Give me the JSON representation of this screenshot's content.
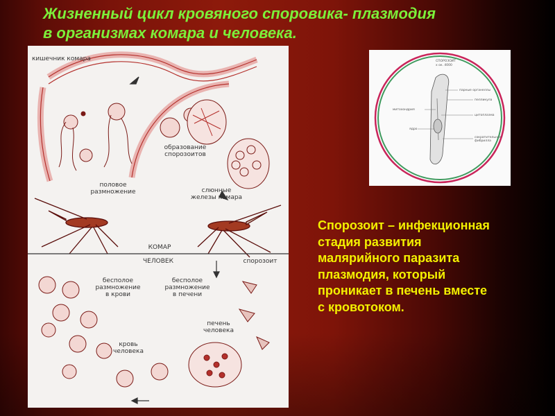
{
  "title": {
    "line1": "Жизненный цикл кровяного споровика- плазмодия",
    "line2": "в организмах комара и человека."
  },
  "left_figure": {
    "labels": {
      "mosquito_gut": "кишечник комара",
      "sexual_reproduction": [
        "половое",
        "размножение"
      ],
      "sporozoite_formation": [
        "образование",
        "спорозоитов"
      ],
      "salivary_glands": [
        "слюнные",
        "железы комара"
      ],
      "mosquito": "КОМАР",
      "human": "ЧЕЛОВЕК",
      "sporozoite": "спорозоит",
      "asexual_blood": [
        "бесполое",
        "размножение",
        "в крови"
      ],
      "asexual_liver": [
        "бесполое",
        "размножение",
        "в печени"
      ],
      "human_liver": [
        "печень",
        "человека"
      ],
      "human_blood": [
        "кровь",
        "человека"
      ]
    }
  },
  "right_figure": {
    "labels": {
      "sporozoite": "СПОРОЗОИТ",
      "magnification": "х ок. 4000",
      "paired_organelles": "парные органеллы",
      "pellicle": "пелликула",
      "mitochondrion": "митохондрия",
      "cytoplasm": "цитоплазма",
      "nucleus": "ядро",
      "contractile_fibril": [
        "сократительная",
        "фибрилла"
      ]
    },
    "colors": {
      "ring_outer": "#c9245a",
      "ring_inner": "#3f9a5e"
    }
  },
  "caption": {
    "lines": [
      "Спорозоит – инфекционная",
      "стадия развития",
      "малярийного паразита",
      "плазмодия, который",
      "проникает в печень вместе",
      "с кровотоком."
    ]
  },
  "colors": {
    "title": "#7cf03a",
    "caption": "#f3f000",
    "diagram_accent": "#b4302c"
  }
}
